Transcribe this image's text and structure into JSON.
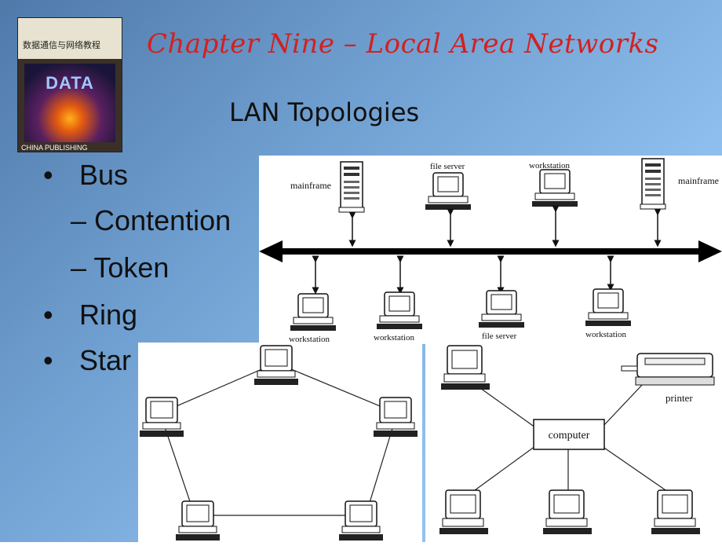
{
  "header": {
    "title": "Chapter Nine – Local Area Networks",
    "subtitle": "LAN Topologies"
  },
  "book_cover": {
    "title_cn": "数据通信与网络教程",
    "art_text": "DATA",
    "publisher": "CHINA PUBLISHING"
  },
  "bullets": [
    {
      "marker": "•",
      "text": "Bus",
      "level": 1
    },
    {
      "marker": "–",
      "text": "Contention",
      "level": 2
    },
    {
      "marker": "–",
      "text": "Token",
      "level": 2
    },
    {
      "marker": "•",
      "text": "Ring",
      "level": 1
    },
    {
      "marker": "•",
      "text": "Star",
      "level": 1
    }
  ],
  "bus_diagram": {
    "top_labels": [
      "mainframe",
      "file server",
      "workstation",
      "mainframe"
    ],
    "bottom_labels": [
      "workstation",
      "workstation",
      "file server",
      "workstation"
    ]
  },
  "star_diagram": {
    "hub_label": "computer",
    "printer_label": "printer"
  },
  "colors": {
    "title": "#d42020",
    "background_start": "#4f79a9",
    "background_end": "#9dcdf5"
  }
}
